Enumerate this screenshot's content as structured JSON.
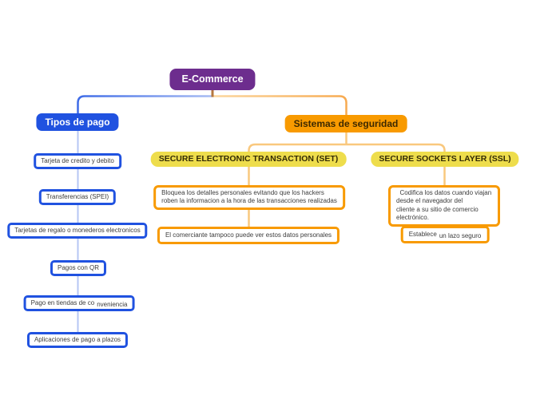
{
  "root": {
    "label": "E-Commerce"
  },
  "left_branch": {
    "label": "Tipos de pago",
    "nodes": [
      {
        "label": "Tarjeta de credito y debito"
      },
      {
        "label": "Transferencias (SPEI)"
      },
      {
        "label": "Tarjetas de regalo o monederos electronicos"
      },
      {
        "label": "Pagos con QR"
      },
      {
        "label": "Pago en tiendas de co",
        "label_sub": "nveniencia"
      },
      {
        "label": "Aplicaciones de pago a plazos"
      }
    ]
  },
  "right_branch": {
    "label": "Sistemas de seguridad",
    "set": {
      "title": "SECURE ELECTRONIC TRANSACTION (SET)",
      "desc": "Bloquea los detalles personales evitando que los hackers\nroben la informacion a la hora de las transacciones realizadas",
      "note": "El comerciante tampoco puede ver estos datos personales"
    },
    "ssl": {
      "title": "SECURE SOCKETS LAYER (SSL)",
      "desc": "  Codifica los datos cuando viajan desde el navegador del\ncliente a su sitio de comercio electrónico.",
      "note": "Establece",
      "note_sub": "un lazo seguro"
    }
  },
  "colors": {
    "root_purple": "#6d2d8e",
    "branch_blue": "#2052e0",
    "branch_orange": "#f89a00",
    "pill_yellow": "#eedd4c",
    "edge_blue_light": "#b6c6f4",
    "edge_orange_light": "#f9c87e",
    "edge_stub_brown": "#b5773f"
  }
}
